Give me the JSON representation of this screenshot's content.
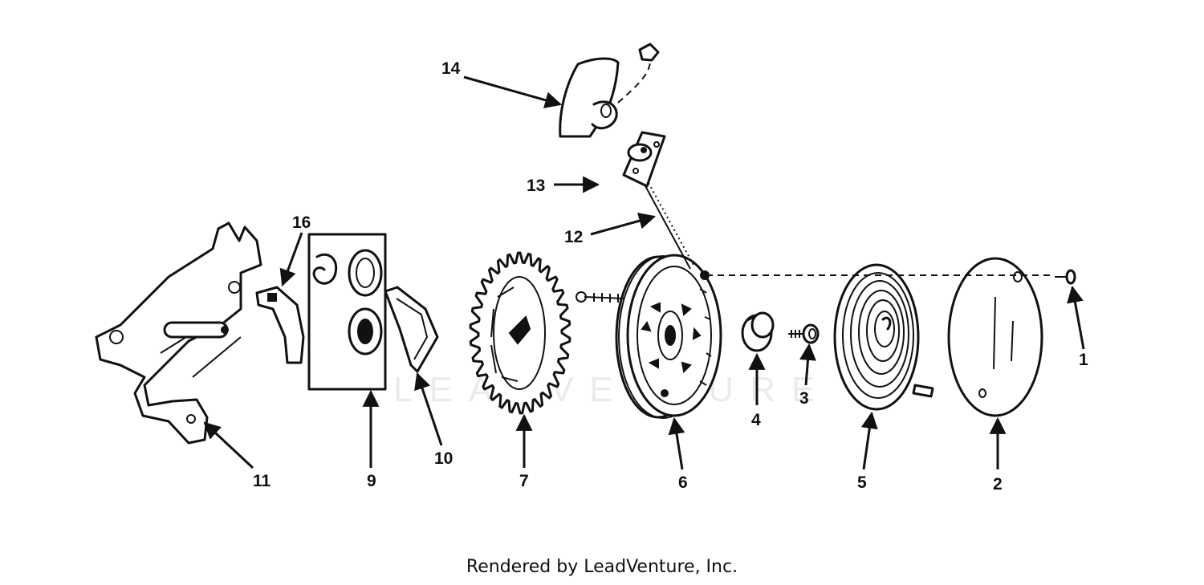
{
  "callouts": {
    "c1": "1",
    "c2": "2",
    "c3": "3",
    "c4": "4",
    "c5": "5",
    "c6": "6",
    "c7": "7",
    "c9": "9",
    "c10": "10",
    "c11": "11",
    "c12": "12",
    "c13": "13",
    "c14": "14",
    "c16": "16"
  },
  "watermark": "LEADVENTURE",
  "credit": "Rendered by LeadVenture, Inc.",
  "colors": {
    "ink": "#111111",
    "background": "#ffffff"
  }
}
